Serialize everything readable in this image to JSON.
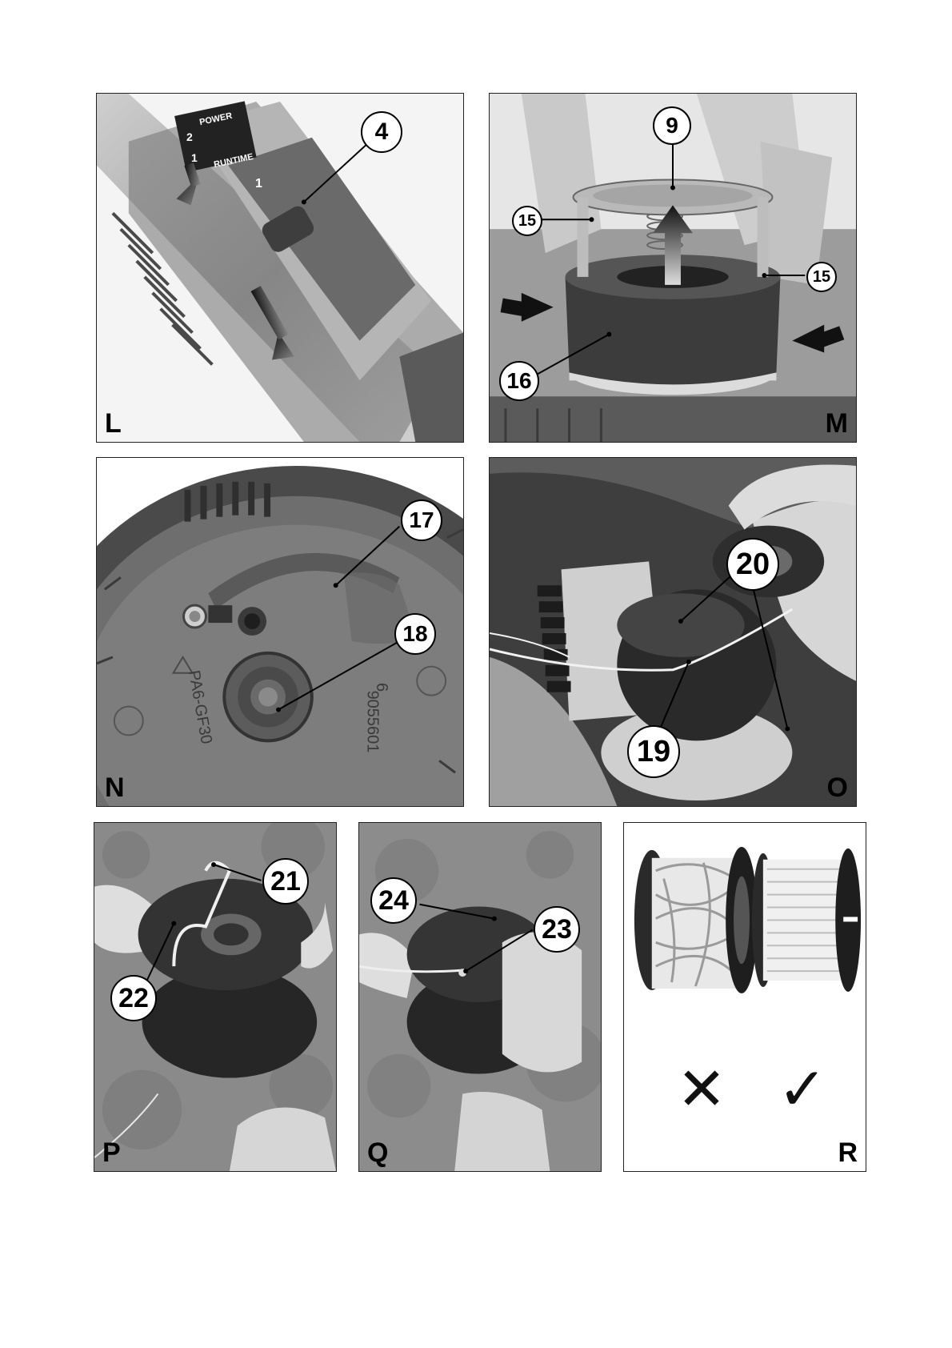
{
  "panels": {
    "L": {
      "letter": "L",
      "callouts": {
        "c4": "4"
      },
      "dial": {
        "power": "POWER",
        "runtime": "RUNTIME",
        "mode2": "2",
        "mode1": "1",
        "slider": "1"
      }
    },
    "M": {
      "letter": "M",
      "callouts": {
        "c9": "9",
        "c15a": "15",
        "c15b": "15",
        "c16": "16"
      }
    },
    "N": {
      "letter": "N",
      "callouts": {
        "c17": "17",
        "c18": "18"
      },
      "embossed": {
        "material": "PA6-GF30",
        "part": "9055601",
        "digit": "6"
      }
    },
    "O": {
      "letter": "O",
      "callouts": {
        "c20": "20",
        "c19": "19"
      }
    },
    "P": {
      "letter": "P",
      "callouts": {
        "c21": "21",
        "c22": "22"
      }
    },
    "Q": {
      "letter": "Q",
      "callouts": {
        "c24": "24",
        "c23": "23"
      }
    },
    "R": {
      "letter": "R",
      "marks": {
        "wrong": "✕",
        "right": "✓"
      }
    }
  },
  "colors": {
    "border": "#222222",
    "callout_fill": "#ffffff",
    "photo_dark": "#3a3a3a",
    "photo_mid": "#8a8a8a",
    "photo_light": "#d4d4d4"
  }
}
